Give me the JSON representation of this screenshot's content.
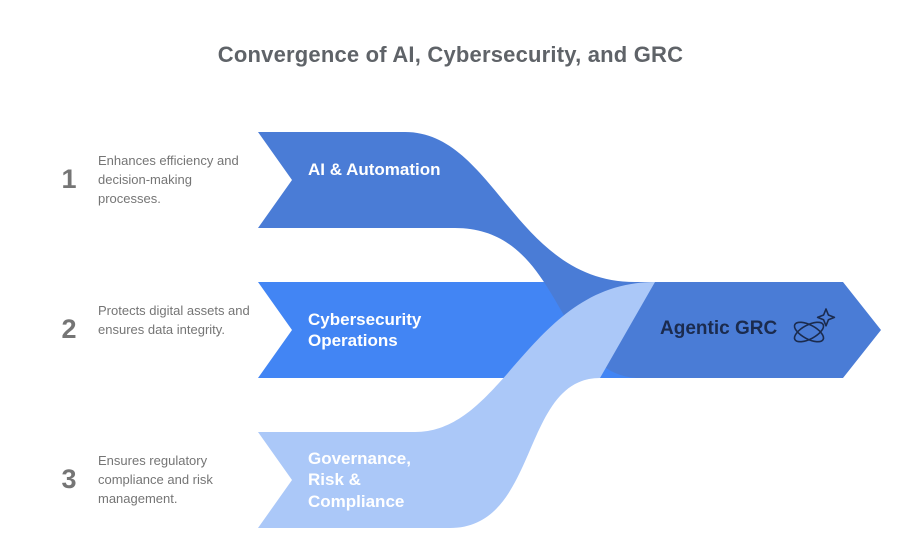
{
  "title": "Convergence of AI, Cybersecurity, and GRC",
  "colors": {
    "band1": "#4a7cd6",
    "band2": "#4285f4",
    "band3": "#abc8f8",
    "title_text": "#5f6368",
    "muted_text": "#757575",
    "label_text": "#ffffff",
    "result_text": "#1b2b4e"
  },
  "steps": [
    {
      "number": "1",
      "description": "Enhances efficiency and decision-making processes.",
      "label": "AI & Automation"
    },
    {
      "number": "2",
      "description": "Protects digital assets and ensures data integrity.",
      "label": "Cybersecurity Operations"
    },
    {
      "number": "3",
      "description": "Ensures regulatory compliance and risk management.",
      "label": "Governance, Risk & Compliance"
    }
  ],
  "result": {
    "label": "Agentic GRC",
    "icon": "orbit-sparkle-icon"
  }
}
